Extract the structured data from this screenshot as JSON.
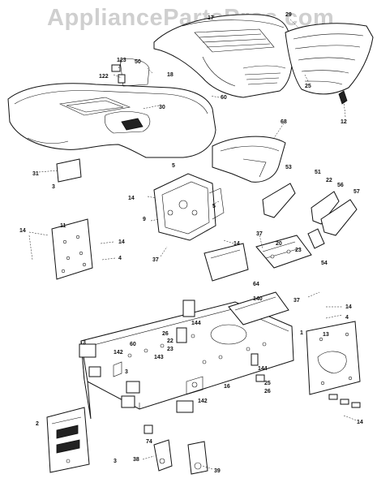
{
  "watermark": "AppliancePartsPros.com",
  "callouts": {
    "c17": "17",
    "c29": "29",
    "c123": "123",
    "c122": "122",
    "c50": "50",
    "c18": "18",
    "c25": "25",
    "c30": "30",
    "c60": "60",
    "c12": "12",
    "c68": "68",
    "c31": "31",
    "c3a": "3",
    "c5a": "5",
    "c14a": "14",
    "c9": "9",
    "c5b": "5",
    "c53": "53",
    "c51": "51",
    "c22": "22",
    "c56": "56",
    "c57": "57",
    "c11": "11",
    "c14b": "14",
    "c14c": "14",
    "c4a": "4",
    "c37a": "37",
    "c14d": "14",
    "c37b": "37",
    "c20": "20",
    "c23": "23",
    "c54": "54",
    "c64": "64",
    "c37c": "37",
    "c140": "140",
    "c14e": "14",
    "c4b": "4",
    "c144a": "144",
    "c26a": "26",
    "c22b": "22",
    "c23b": "23",
    "c1": "1",
    "c13": "13",
    "c3b": "3",
    "c142a": "142",
    "c60b": "60",
    "c143": "143",
    "c3c": "3",
    "c16": "16",
    "c144b": "144",
    "c25b": "25",
    "c26b": "26",
    "c142b": "142",
    "c74": "74",
    "c2": "2",
    "c3d": "3",
    "c38": "38",
    "c39": "39",
    "c14f": "14"
  }
}
